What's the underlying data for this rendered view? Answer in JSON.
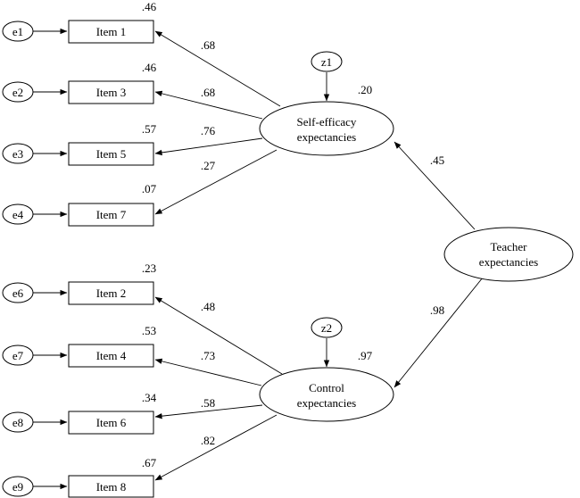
{
  "errors": [
    "e1",
    "e2",
    "e3",
    "e4",
    "e6",
    "e7",
    "e8",
    "e9"
  ],
  "items": [
    {
      "label": "Item 1",
      "r2": ".46"
    },
    {
      "label": "Item 3",
      "r2": ".46"
    },
    {
      "label": "Item 5",
      "r2": ".57"
    },
    {
      "label": "Item 7",
      "r2": ".07"
    },
    {
      "label": "Item 2",
      "r2": ".23"
    },
    {
      "label": "Item 4",
      "r2": ".53"
    },
    {
      "label": "Item 6",
      "r2": ".34"
    },
    {
      "label": "Item 8",
      "r2": ".67"
    }
  ],
  "loadings": [
    ".68",
    ".68",
    ".76",
    ".27",
    ".48",
    ".73",
    ".58",
    ".82"
  ],
  "latents": {
    "self_efficacy": {
      "line1": "Self-efficacy",
      "line2": "expectancies",
      "r2": ".20",
      "disturbance": "z1"
    },
    "control": {
      "line1": "Control",
      "line2": "expectancies",
      "r2": ".97",
      "disturbance": "z2"
    },
    "teacher": {
      "line1": "Teacher",
      "line2": "expectancies"
    }
  },
  "paths": {
    "teacher_to_self_efficacy": ".45",
    "teacher_to_control": ".98"
  }
}
